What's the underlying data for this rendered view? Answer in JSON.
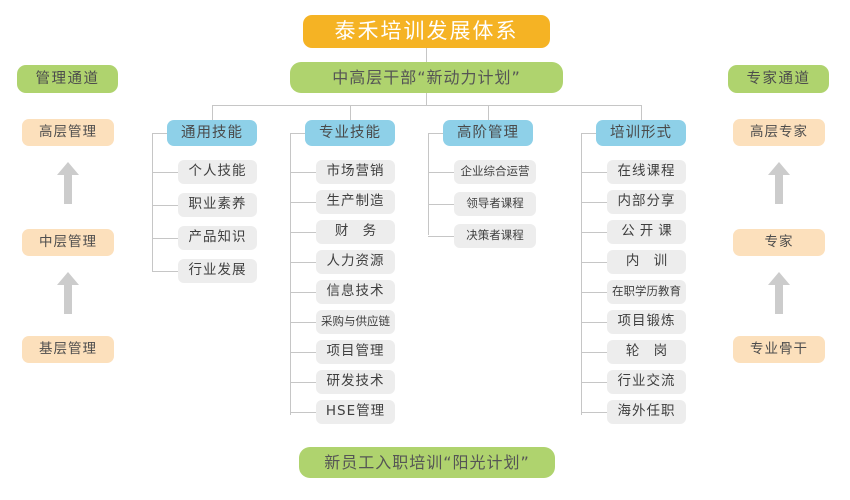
{
  "diagram": {
    "title": "泰禾培训发展体系",
    "subtitle": "中高层干部“新动力计划”",
    "footer": "新员工入职培训“阳光计划”"
  },
  "left_track": {
    "header": "管理通道",
    "levels": [
      "高层管理",
      "中层管理",
      "基层管理"
    ],
    "arrow_icon": "up-arrow-icon"
  },
  "right_track": {
    "header": "专家通道",
    "levels": [
      "高层专家",
      "专家",
      "专业骨干"
    ],
    "arrow_icon": "up-arrow-icon"
  },
  "columns": [
    {
      "header": "通用技能",
      "items": [
        "个人技能",
        "职业素养",
        "产品知识",
        "行业发展"
      ]
    },
    {
      "header": "专业技能",
      "items": [
        "市场营销",
        "生产制造",
        "财 务",
        "人力资源",
        "信息技术",
        "采购与供应链",
        "项目管理",
        "研发技术",
        "HSE管理"
      ]
    },
    {
      "header": "高阶管理",
      "items": [
        "企业综合运营",
        "领导者课程",
        "决策者课程"
      ]
    },
    {
      "header": "培训形式",
      "items": [
        "在线课程",
        "内部分享",
        "公开课",
        "内 训",
        "在职学历教育",
        "项目锻炼",
        "轮 岗",
        "行业交流",
        "海外任职"
      ]
    }
  ],
  "colors": {
    "title_orange": "#F5B324",
    "banner_green": "#AFD36E",
    "header_blue": "#8ED0E8",
    "track_peach": "#FCE0BC",
    "leaf_gray": "#EDEDED",
    "connector_gray": "#C6C6C6",
    "arrow_gray": "#CCCCCC"
  }
}
